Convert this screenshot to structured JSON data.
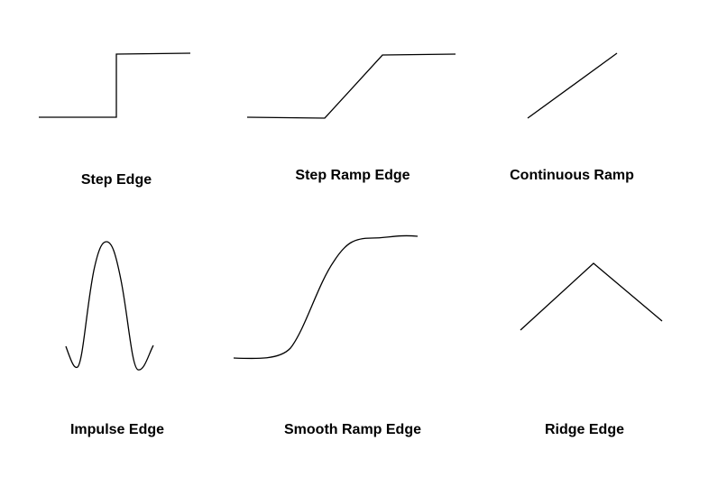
{
  "edges": [
    {
      "label": "Step Edge"
    },
    {
      "label": "Step Ramp Edge"
    },
    {
      "label": "Continuous Ramp"
    },
    {
      "label": "Impulse Edge"
    },
    {
      "label": "Smooth Ramp Edge"
    },
    {
      "label": "Ridge Edge"
    }
  ],
  "colors": {
    "line": "#000000",
    "background": "#ffffff"
  }
}
